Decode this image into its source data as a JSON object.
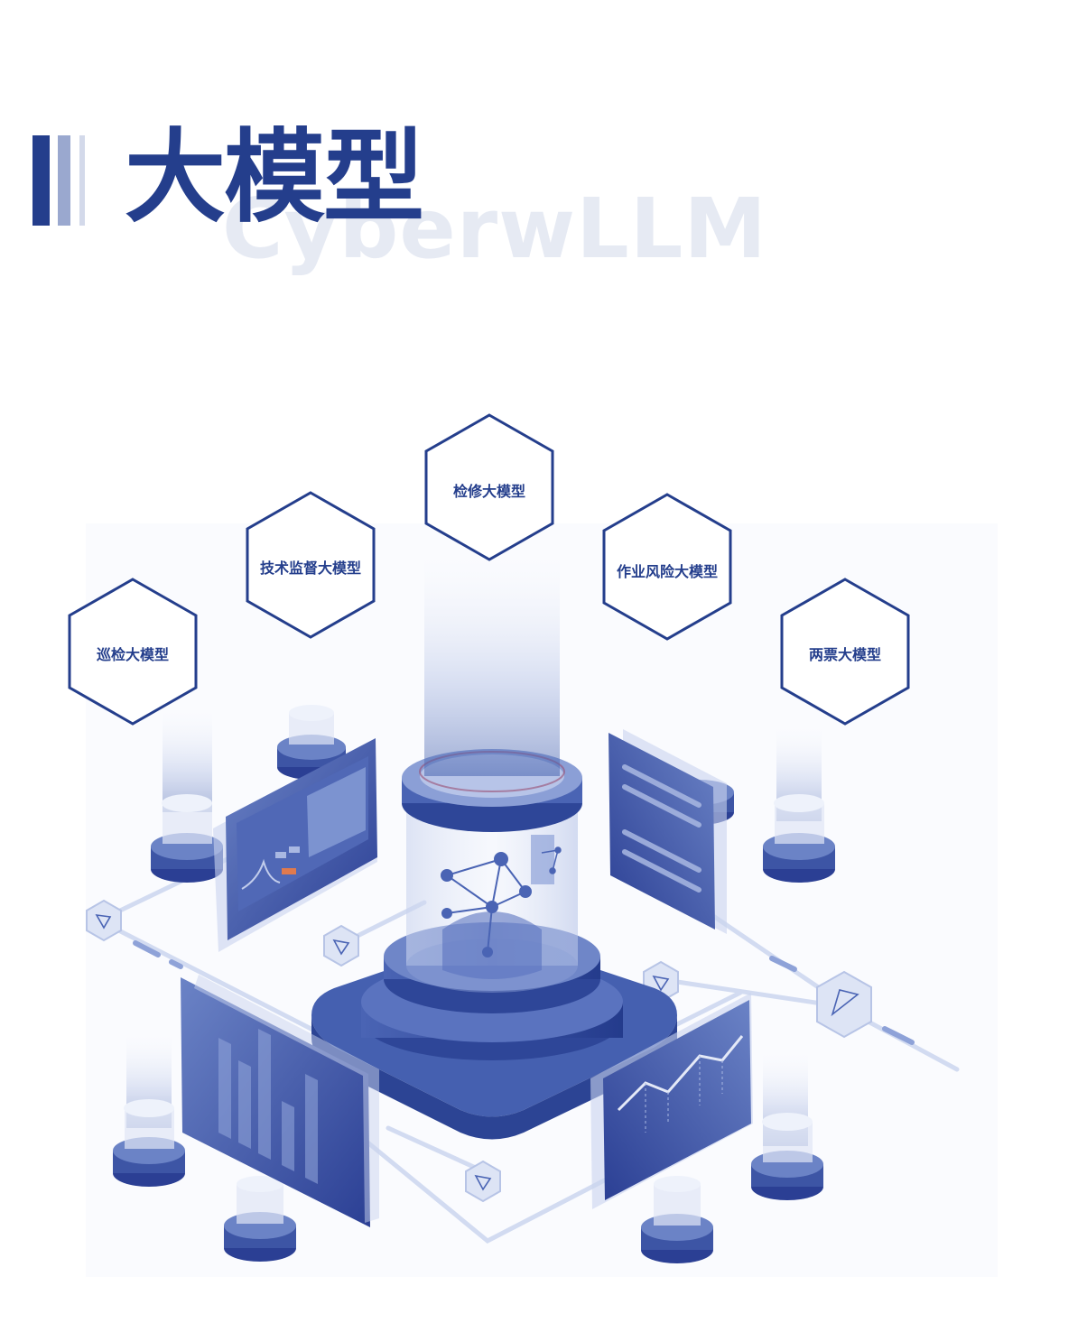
{
  "title": "大模型",
  "watermark": "CyberwLLM",
  "hexagons": [
    {
      "label": "巡检大模型"
    },
    {
      "label": "技术监督大模型"
    },
    {
      "label": "检修大模型"
    },
    {
      "label": "作业风险大模型"
    },
    {
      "label": "两票大模型"
    }
  ],
  "colors": {
    "primary": "#243e8c",
    "accent_light": "#9aa8cf",
    "watermark": "#e6eaf3",
    "illustration_blue": "#3d5aa8"
  }
}
